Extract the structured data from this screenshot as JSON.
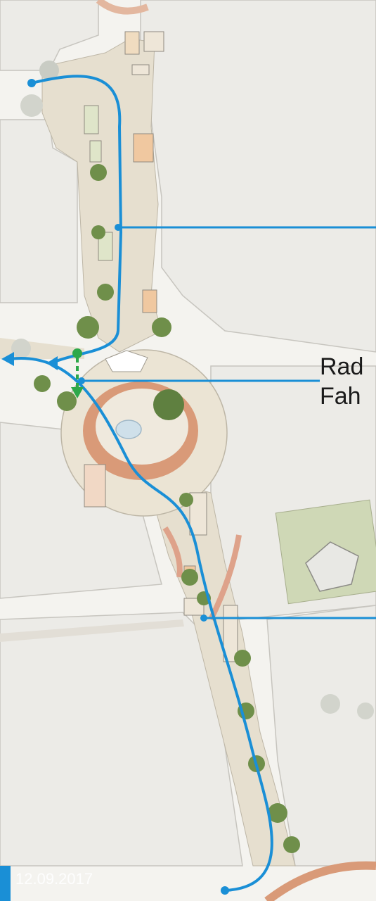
{
  "labels": {
    "line1": "Rad",
    "line2": "Fah"
  },
  "footer": {
    "date": "12.09.2017"
  },
  "colors": {
    "route": "#1a8fd6",
    "green_marker": "#2ea84a",
    "background": "#f3f2ee",
    "plaza": "#e8e2d6",
    "path_fill": "#ddd5c2",
    "terracotta": "#d89573",
    "tree": "#6f8f4a",
    "footer_accent": "#1a8fd6"
  },
  "icons": [
    "tree-icon",
    "bench-icon",
    "playground-icon",
    "fountain-icon",
    "arrow-left-icon",
    "arrow-down-icon"
  ]
}
